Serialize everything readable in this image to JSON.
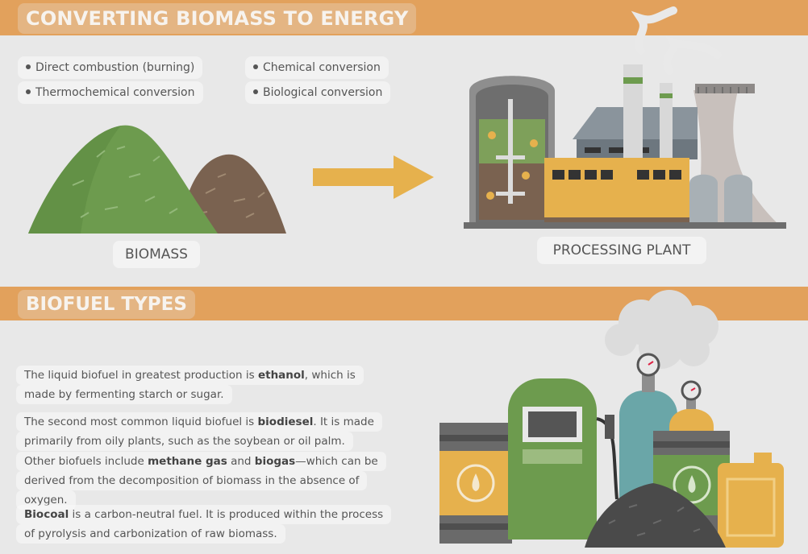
{
  "header": {
    "title": "CONVERTING BIOMASS TO ENERGY"
  },
  "methods": [
    "Direct combustion (burning)",
    "Thermochemical conversion",
    "Chemical conversion",
    "Biological conversion"
  ],
  "labels": {
    "biomass": "BIOMASS",
    "plant": "PROCESSING PLANT"
  },
  "section2": {
    "title": "BIOFUEL TYPES"
  },
  "paragraphs": [
    {
      "line1_pre": "The liquid biofuel in greatest production is ",
      "line1_bold": "ethanol",
      "line1_post": ", which is",
      "line2": "made by fermenting starch or sugar."
    },
    {
      "line1_pre": "The second most common liquid biofuel is ",
      "line1_bold": "biodiesel",
      "line1_post": ". It is made",
      "line2": "primarily from oily plants, such as the soybean or oil palm."
    },
    {
      "line1_pre": "Other biofuels include ",
      "line1_bold": "methane gas",
      "line1_mid": " and ",
      "line1_bold2": "biogas",
      "line1_post": "—which can be",
      "line2": "derived from the decomposition of biomass in the absence of",
      "line3": "oxygen."
    },
    {
      "line1_bold": "Biocoal",
      "line1_post": " is a carbon-neutral fuel. It is produced within the process",
      "line2": "of pyrolysis and carbonization of raw biomass."
    }
  ],
  "colors": {
    "band": "#e2a15c",
    "green": "#6d9b4e",
    "brown": "#7a6250",
    "orange": "#e6b14d",
    "teal": "#6aa6a8",
    "gray": "#a7a7a7"
  }
}
